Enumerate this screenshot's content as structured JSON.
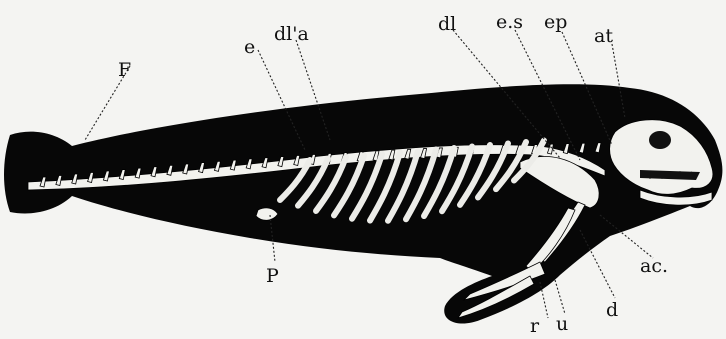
{
  "figure": {
    "labels": {
      "F": "F",
      "e": "e",
      "dl_a": "dl'a",
      "dl": "dl",
      "es": "e.s",
      "ep": "ep",
      "at": "at",
      "ac": "ac.",
      "P": "P",
      "r": "r",
      "u": "u",
      "d": "d"
    }
  }
}
